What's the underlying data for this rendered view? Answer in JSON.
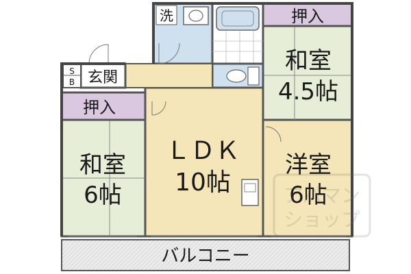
{
  "rooms": {
    "washroom_label": "洗",
    "closet_top_label": "押入",
    "entrance_label": "玄関",
    "shoe_box_label": "SB",
    "closet_left_label": "押入",
    "washitsu_45": {
      "name": "和室",
      "size": "4.5帖"
    },
    "washitsu_6": {
      "name": "和室",
      "size": "6帖"
    },
    "ldk": {
      "name": "ＬＤＫ",
      "size": "10帖"
    },
    "youshitsu": {
      "name": "洋室",
      "size": "6帖"
    },
    "balcony_label": "バルコニー"
  },
  "colors": {
    "tatami": "#e6eed8",
    "flooring": "#f4e6b8",
    "closet": "#d9c8df",
    "bath": "#cfe0ee",
    "balcony": "#e8e8e8",
    "wall": "#555555"
  }
}
